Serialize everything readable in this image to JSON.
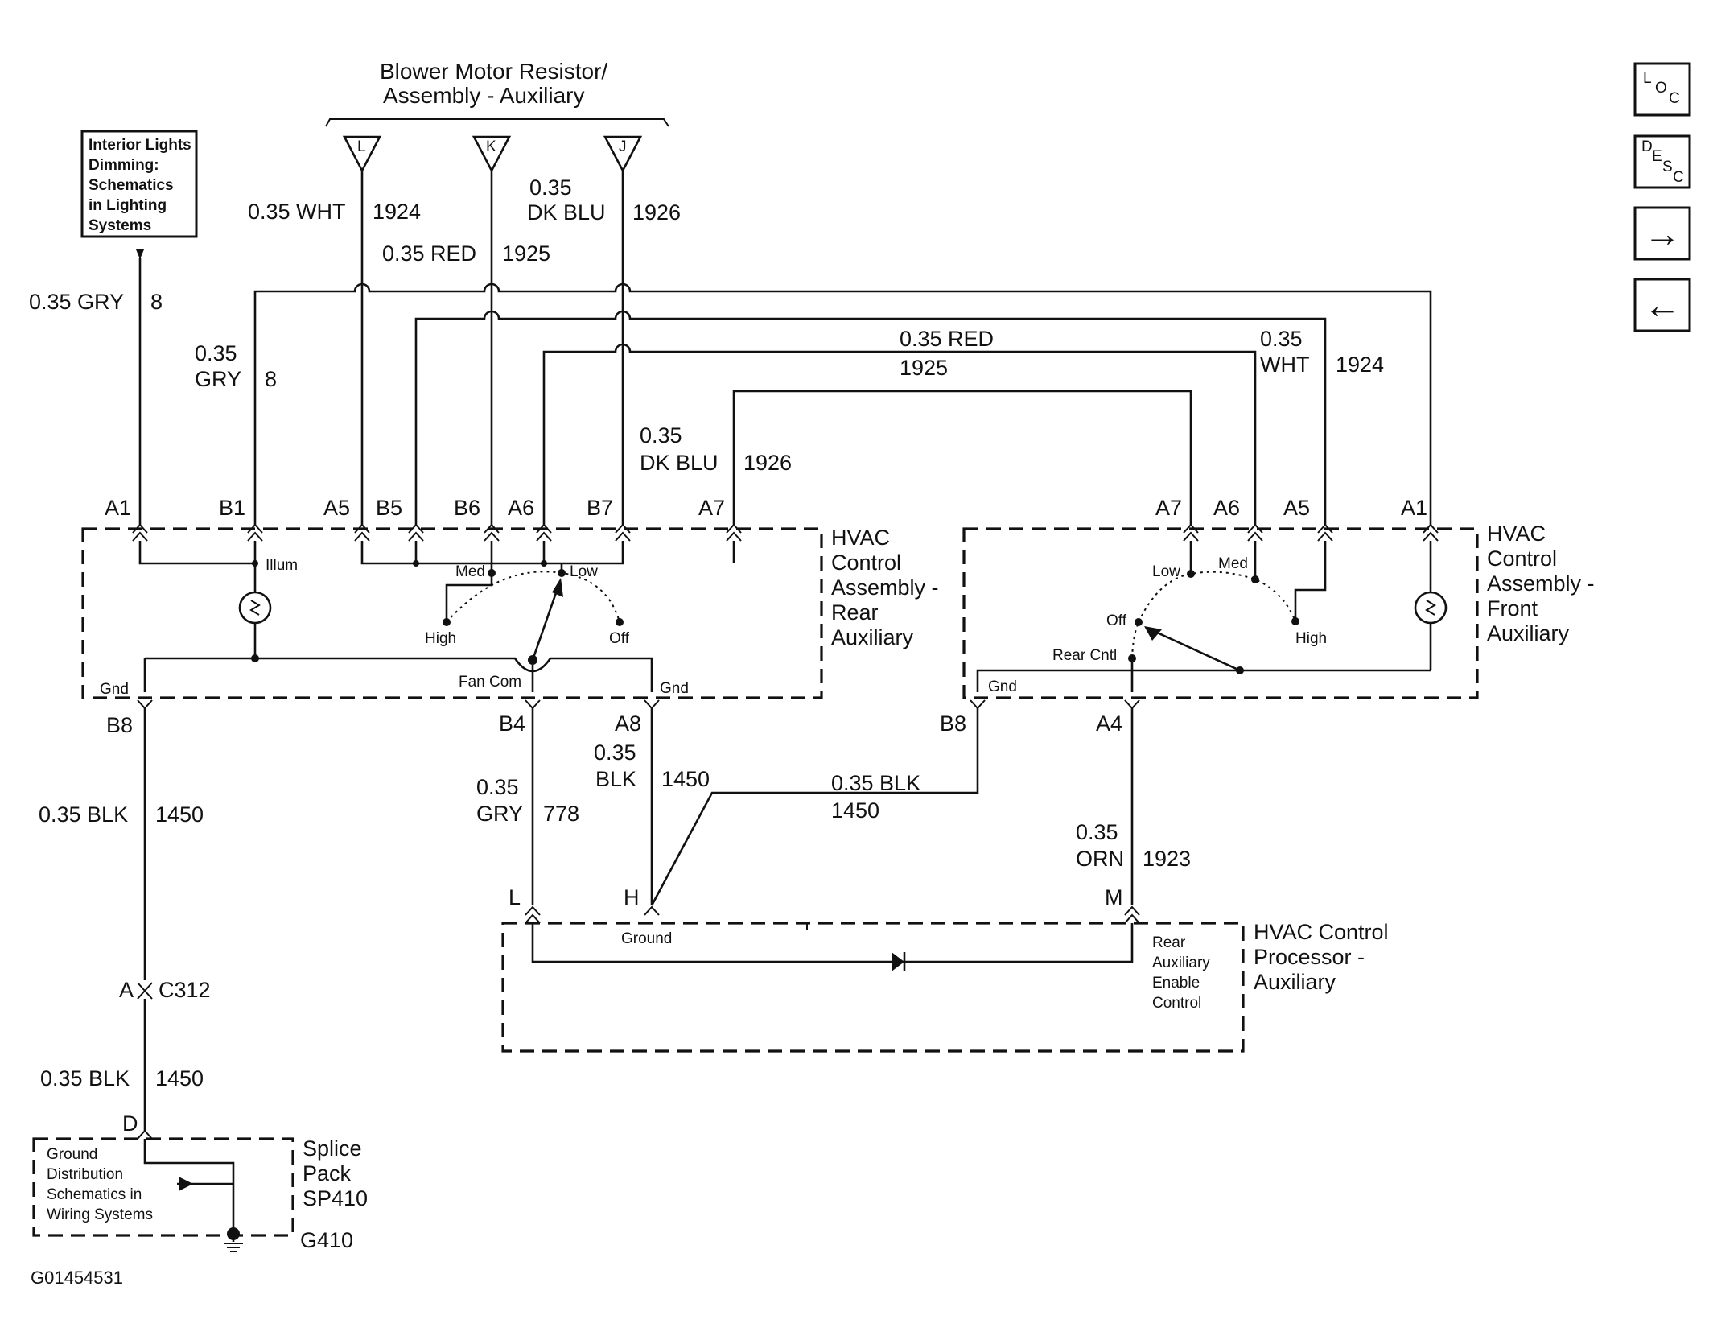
{
  "title_lines": [
    "Blower Motor Resistor/",
    "Assembly - Auxiliary"
  ],
  "terminals": {
    "l": "L",
    "k": "K",
    "j": "J"
  },
  "interior_lights_box": [
    "Interior Lights",
    "Dimming:",
    "Schematics",
    "in Lighting",
    "Systems"
  ],
  "wires": {
    "gry8_left": {
      "size": "0.35 GRY",
      "circuit": "8"
    },
    "gry8_b1": {
      "size": "0.35",
      "color": "GRY",
      "circuit": "8"
    },
    "wht_top": {
      "size": "0.35 WHT",
      "circuit": "1924"
    },
    "red_top": {
      "size": "0.35 RED",
      "circuit": "1925"
    },
    "dkblu_top": {
      "size": "0.35",
      "color": "DK BLU",
      "circuit": "1926"
    },
    "red_mid": {
      "size": "0.35 RED",
      "circuit": "1925"
    },
    "wht_right": {
      "size": "0.35",
      "color": "WHT",
      "circuit": "1924"
    },
    "dkblu_mid": {
      "size": "0.35",
      "color": "DK BLU",
      "circuit": "1926"
    },
    "blk_b8": {
      "size": "0.35 BLK",
      "circuit": "1450"
    },
    "gry778": {
      "size": "0.35",
      "color": "GRY",
      "circuit": "778"
    },
    "blk_a8": {
      "size": "0.35",
      "color": "BLK",
      "circuit": "1450"
    },
    "blk_front": {
      "size": "0.35 BLK",
      "circuit": "1450"
    },
    "orn1923": {
      "size": "0.35",
      "color": "ORN",
      "circuit": "1923"
    },
    "blk_lower": {
      "size": "0.35 BLK",
      "circuit": "1450"
    }
  },
  "rear_pins": {
    "a1": "A1",
    "b1": "B1",
    "a5": "A5",
    "b5": "B5",
    "b6": "B6",
    "a6": "A6",
    "b7": "B7",
    "a7": "A7"
  },
  "front_pins": {
    "a7": "A7",
    "a6": "A6",
    "a5": "A5",
    "a1": "A1"
  },
  "rear_assembly": {
    "name": [
      "HVAC",
      "Control",
      "Assembly -",
      "Rear",
      "Auxiliary"
    ],
    "illum": "Illum",
    "med": "Med",
    "low": "Low",
    "high": "High",
    "off": "Off",
    "gnd_left": "Gnd",
    "fan_com": "Fan Com",
    "gnd_right": "Gnd"
  },
  "front_assembly": {
    "name": [
      "HVAC",
      "Control",
      "Assembly -",
      "Front",
      "Auxiliary"
    ],
    "low": "Low",
    "med": "Med",
    "off": "Off",
    "high": "High",
    "rear_cntl": "Rear Cntl",
    "gnd": "Gnd"
  },
  "lower_pins": {
    "b8_left": "B8",
    "b4": "B4",
    "a8": "A8",
    "b8_right": "B8",
    "a4": "A4",
    "l": "L",
    "h": "H",
    "m": "M",
    "a": "A",
    "c312": "C312",
    "d": "D"
  },
  "processor": {
    "name": [
      "HVAC Control",
      "Processor -",
      "Auxiliary"
    ],
    "ground": "Ground",
    "enable": [
      "Rear",
      "Auxiliary",
      "Enable",
      "Control"
    ]
  },
  "splice": {
    "box": [
      "Ground",
      "Distribution",
      "Schematics in",
      "Wiring Systems"
    ],
    "name": [
      "Splice",
      "Pack",
      "SP410"
    ],
    "ground_id": "G410"
  },
  "figure_id": "G01454531",
  "nav": {
    "loc": [
      "L",
      "O",
      "C"
    ],
    "desc": [
      "D",
      "E",
      "S",
      "C"
    ],
    "next": "→",
    "prev": "←"
  }
}
